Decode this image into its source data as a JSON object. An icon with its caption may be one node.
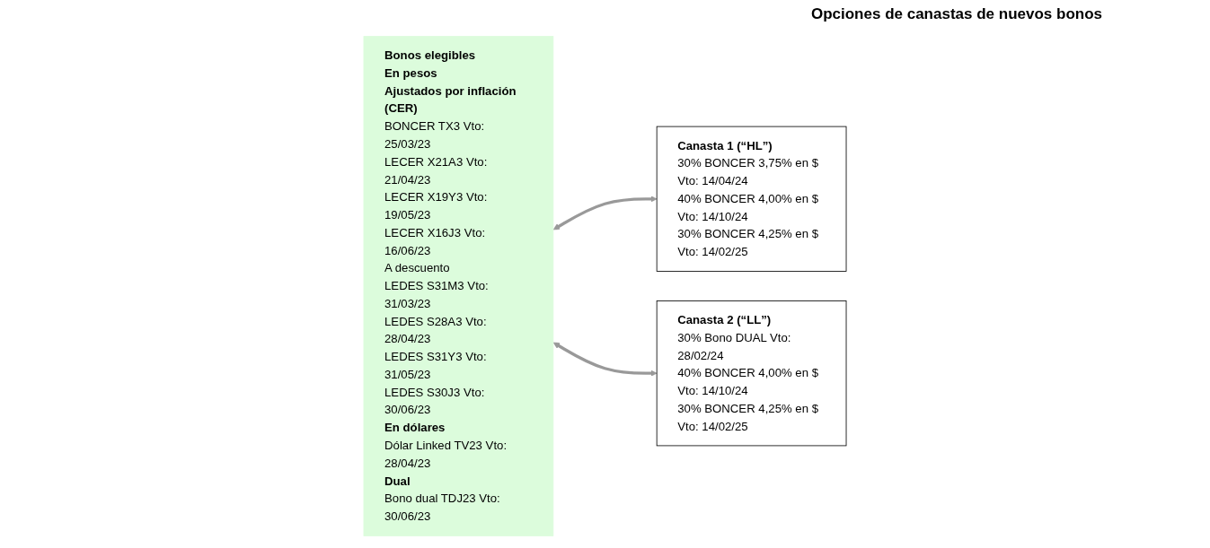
{
  "diagram": {
    "nodes": [
      {
        "text": [
          "Bonos elegibles",
          "En pesos",
          "Ajustados por inflación (CER)",
          "BONCER TX3 Vto: 25/03/23",
          "LECER X21A3 Vto: 21/04/23",
          "LECER X19Y3 Vto: 19/05/23",
          "LECER X16J3 Vto: 16/06/23",
          "A descuento",
          "LEDES S31M3 Vto: 31/03/23",
          "LEDES S28A3 Vto: 28/04/23",
          "LEDES S31Y3 Vto: 31/05/23",
          "LEDES S30J3 Vto: 30/06/23",
          "En dólares",
          "Dólar Linked TV23 Vto: 28/04/23",
          "Dual",
          "Bono dual TDJ23 Vto: 30/06/23"
        ]
      },
      {
        "text": [
          "Canasta 1 (“HL”)",
          "30% BONCER 3,75% en $ Vto: 14/04/24",
          "40% BONCER 4,00% en $ Vto: 14/10/24",
          "30% BONCER 4,25% en $ Vto: 14/02/25"
        ]
      },
      {
        "text": [
          "Canasta 2 (“LL”)",
          "30% Bono DUAL Vto: 28/02/24",
          "40% BONCER 4,00% en $ Vto: 14/10/24",
          "30% BONCER 4,25% en $ Vto: 14/02/25"
        ]
      }
    ],
    "edges": [
      {
        "from": 0,
        "to": 1,
        "arrow": "both"
      },
      {
        "from": 0,
        "to": 2,
        "arrow": "both"
      }
    ],
    "labels": [
      "Opciones de canastas de nuevos bonos"
    ]
  }
}
